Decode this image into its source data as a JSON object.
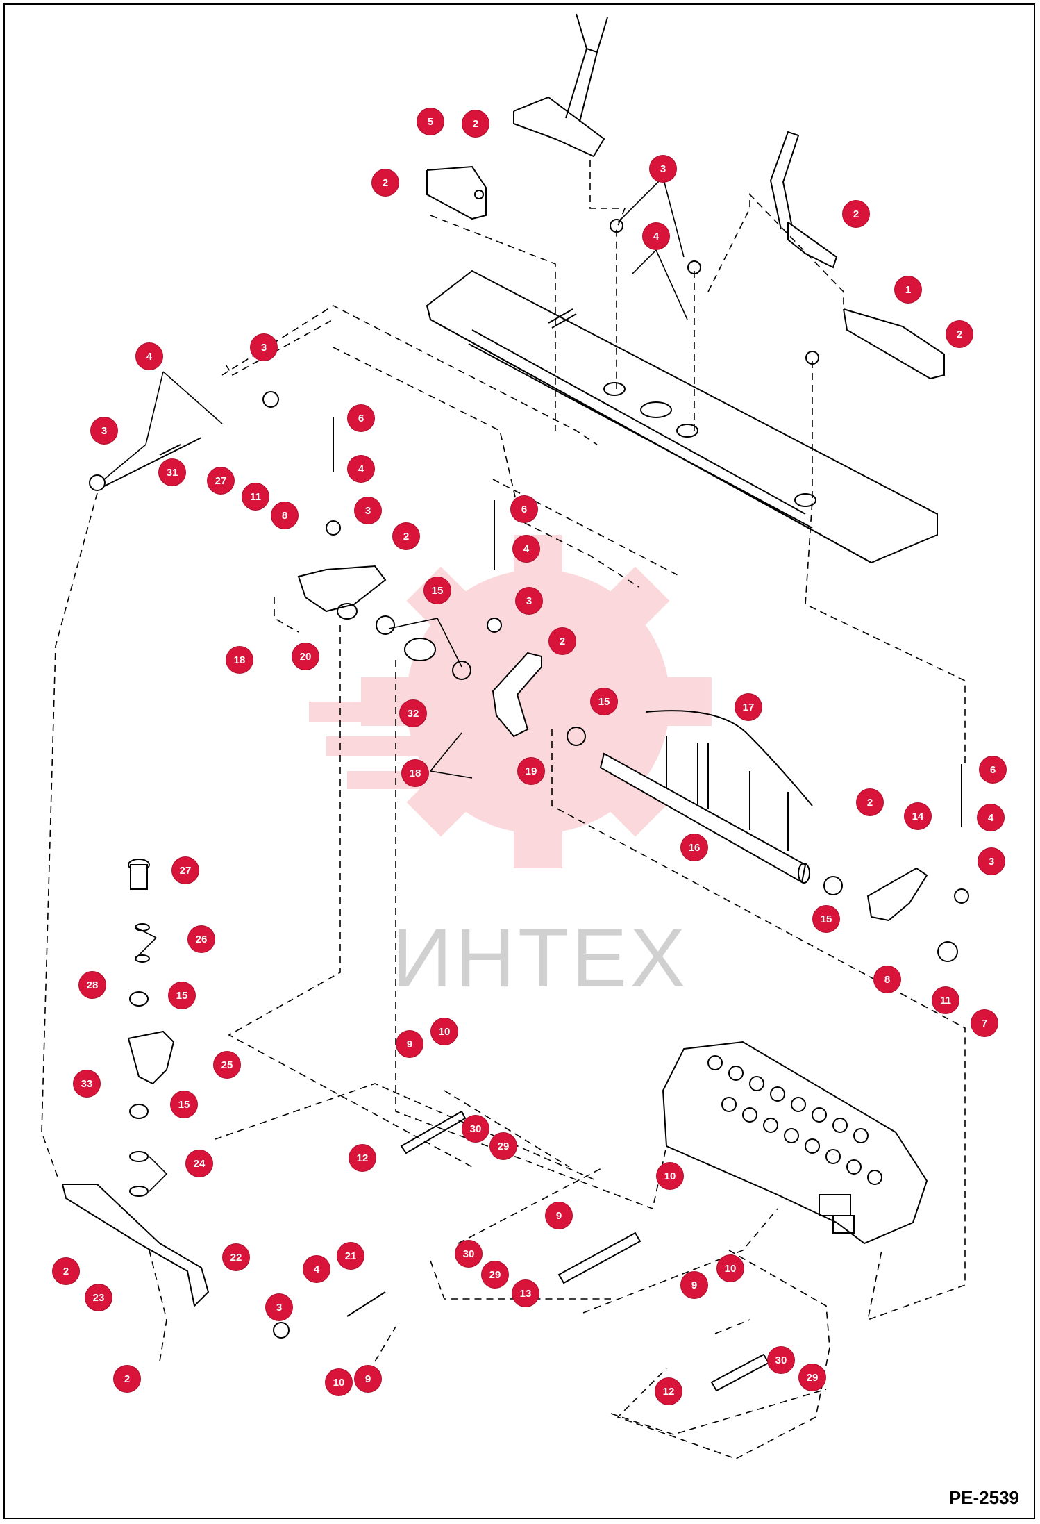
{
  "drawing_number": "PE-2539",
  "watermark_text": "ИНТЕХ",
  "callouts": [
    "1",
    "2",
    "3",
    "4",
    "5",
    "6",
    "7",
    "8",
    "9",
    "10",
    "11",
    "12",
    "13",
    "14",
    "15",
    "16",
    "17",
    "18",
    "19",
    "20",
    "21",
    "22",
    "23",
    "24",
    "25",
    "26",
    "27",
    "28",
    "29",
    "30",
    "31",
    "32",
    "33"
  ],
  "badge_color": "#d8143a"
}
